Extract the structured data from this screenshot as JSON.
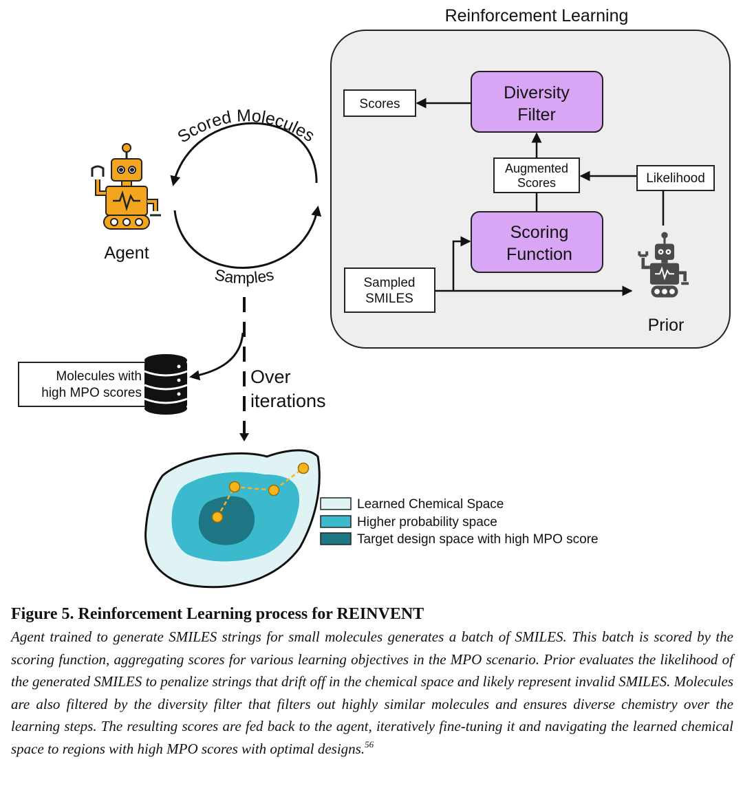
{
  "rl": {
    "title": "Reinforcement Learning",
    "diversity_filter": [
      "Diversity",
      "Filter"
    ],
    "scoring_function": [
      "Scoring",
      "Function"
    ],
    "scores": "Scores",
    "augmented_scores": [
      "Augmented",
      "Scores"
    ],
    "likelihood": "Likelihood",
    "sampled_smiles": [
      "Sampled",
      "SMILES"
    ],
    "prior": "Prior"
  },
  "loop": {
    "agent": "Agent",
    "scored_molecules": "Scored Molecules",
    "samples": "Samples",
    "over_iterations": [
      "Over",
      "iterations"
    ]
  },
  "database": {
    "label": [
      "Molecules with",
      "high MPO scores"
    ]
  },
  "legend": [
    {
      "label": "Learned Chemical Space",
      "color": "#dff3f4"
    },
    {
      "label": "Higher probability space",
      "color": "#3bb9cd"
    },
    {
      "label": "Target design space with high MPO score",
      "color": "#1e7685"
    }
  ],
  "colors": {
    "robot_agent": "#f2a51d",
    "robot_prior": "#4a4a4a",
    "module_fill": "#d8a6f5",
    "rl_panel": "#eeeeee",
    "path_node": "#f7b520"
  },
  "caption": {
    "title": "Figure 5. Reinforcement Learning process for REINVENT",
    "body": "Agent trained to generate SMILES strings for small molecules generates a batch of SMILES. This batch is scored by the scoring function, aggregating scores for various learning objectives in the MPO scenario. Prior evaluates the likelihood of the generated SMILES to penalize strings that drift off in the chemical space and likely represent invalid SMILES. Molecules are also filtered by the diversity filter that filters out highly similar molecules and ensures diverse chemistry over the learning steps. The resulting scores are fed back to the agent, iteratively fine-tuning it and navigating the learned chemical space to regions with high MPO scores with optimal designs.",
    "ref": "56"
  }
}
